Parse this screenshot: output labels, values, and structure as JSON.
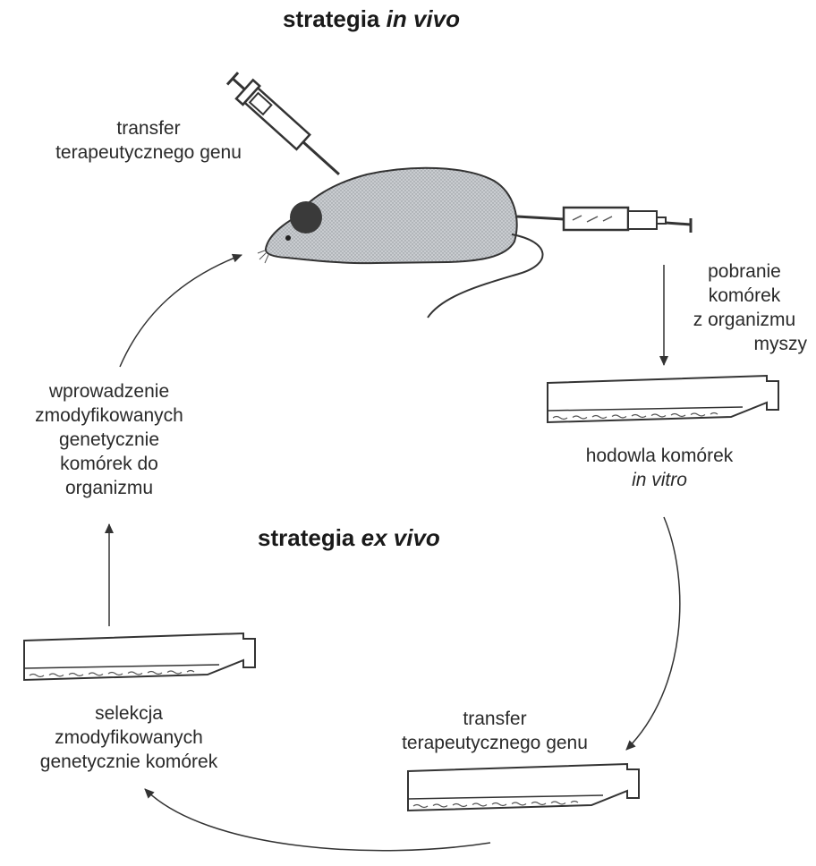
{
  "titles": {
    "in_vivo_prefix": "strategia",
    "in_vivo_italic": "in vivo",
    "ex_vivo_prefix": "strategia",
    "ex_vivo_italic": "ex vivo"
  },
  "labels": {
    "transfer_top": [
      "transfer",
      "terapeutycznego genu"
    ],
    "pobranie": [
      "pobranie",
      "komórek",
      "z organizmu",
      "myszy"
    ],
    "hodowla": "hodowla komórek",
    "hodowla_italic": "in vitro",
    "transfer_bottom": [
      "transfer",
      "terapeutycznego genu"
    ],
    "selekcja": [
      "selekcja",
      "zmodyfikowanych",
      "genetycznie komórek"
    ],
    "wprowadzenie": [
      "wprowadzenie",
      "zmodyfikowanych",
      "genetycznie",
      "komórek do",
      "organizmu"
    ]
  },
  "colors": {
    "line": "#333333",
    "mouse_fill": "#c9ccd0",
    "eye": "#3a3a3a"
  }
}
